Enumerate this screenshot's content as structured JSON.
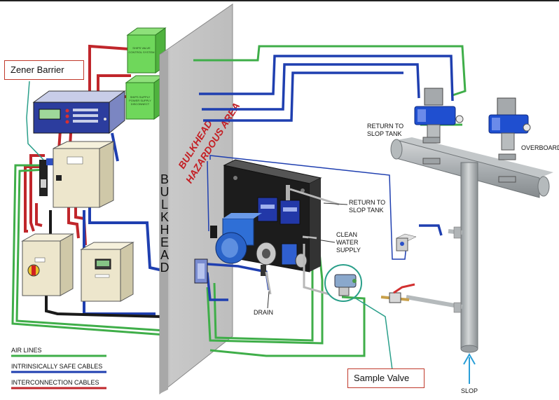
{
  "colors": {
    "air_line": "#3fae49",
    "intrinsically_safe": "#1f3fb0",
    "interconnection": "#c0262b",
    "callout_border": "#c0392b",
    "bulkhead": "#bdbdbd",
    "pipe": "#a8adb0",
    "valve_actuator": "#1f4fd0",
    "panel": "#1c1c1c",
    "cabinet": "#ede6cc",
    "green_box": "#6fd75b"
  },
  "callouts": {
    "zener_barrier": "Zener Barrier",
    "sample_valve": "Sample Valve"
  },
  "labels": {
    "bulkhead_vertical": [
      "B",
      "U",
      "L",
      "K",
      "H",
      "E",
      "A",
      "D"
    ],
    "bulkhead_hazardous_line1": "BULKHEAD",
    "bulkhead_hazardous_line2": "HAZARDOUS AREA",
    "return_to_slop_tank_top": [
      "RETURN TO",
      "SLOP TANK"
    ],
    "overboard": "OVERBOARD",
    "return_to_slop_tank_panel": [
      "RETURN TO",
      "SLOP TANK"
    ],
    "clean_water_supply": [
      "CLEAN",
      "WATER",
      "SUPPLY"
    ],
    "drain": "DRAIN",
    "slop": "SLOP",
    "green_box_top": [
      "SHIPS VALVE",
      "CONTROL SYSTEM"
    ],
    "green_box_bottom": [
      "SHIPS SUPPLY",
      "POWER SUPPLY",
      "DISCONNECT"
    ]
  },
  "legend": [
    {
      "label": "AIR LINES",
      "color": "#3fae49"
    },
    {
      "label": "INTRINSICALLY SAFE CABLES",
      "color": "#1f3fb0"
    },
    {
      "label": "INTERCONNECTION CABLES",
      "color": "#c0262b"
    }
  ]
}
